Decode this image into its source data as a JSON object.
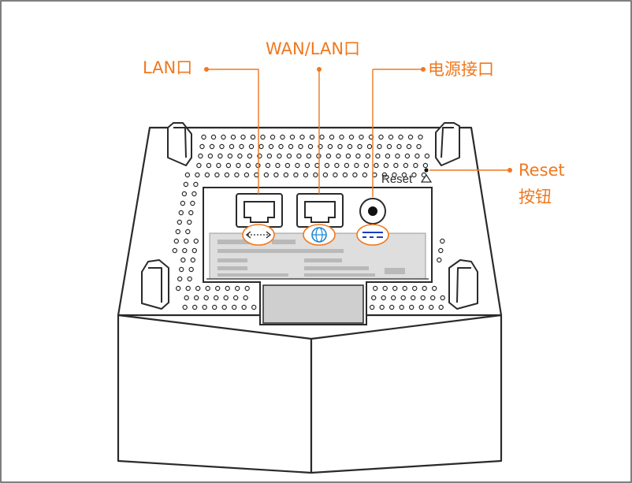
{
  "callouts": {
    "lan": "LAN口",
    "wan_lan": "WAN/LAN口",
    "power": "电源接口",
    "reset_line1": "Reset",
    "reset_line2": "按钮"
  },
  "device": {
    "reset_label": "Reset"
  },
  "colors": {
    "accent": "#f0781e",
    "outline": "#2a2a2a",
    "icon_blue": "#1e88d6",
    "label_plate": "#dedede",
    "recess": "#cfcfcf"
  }
}
